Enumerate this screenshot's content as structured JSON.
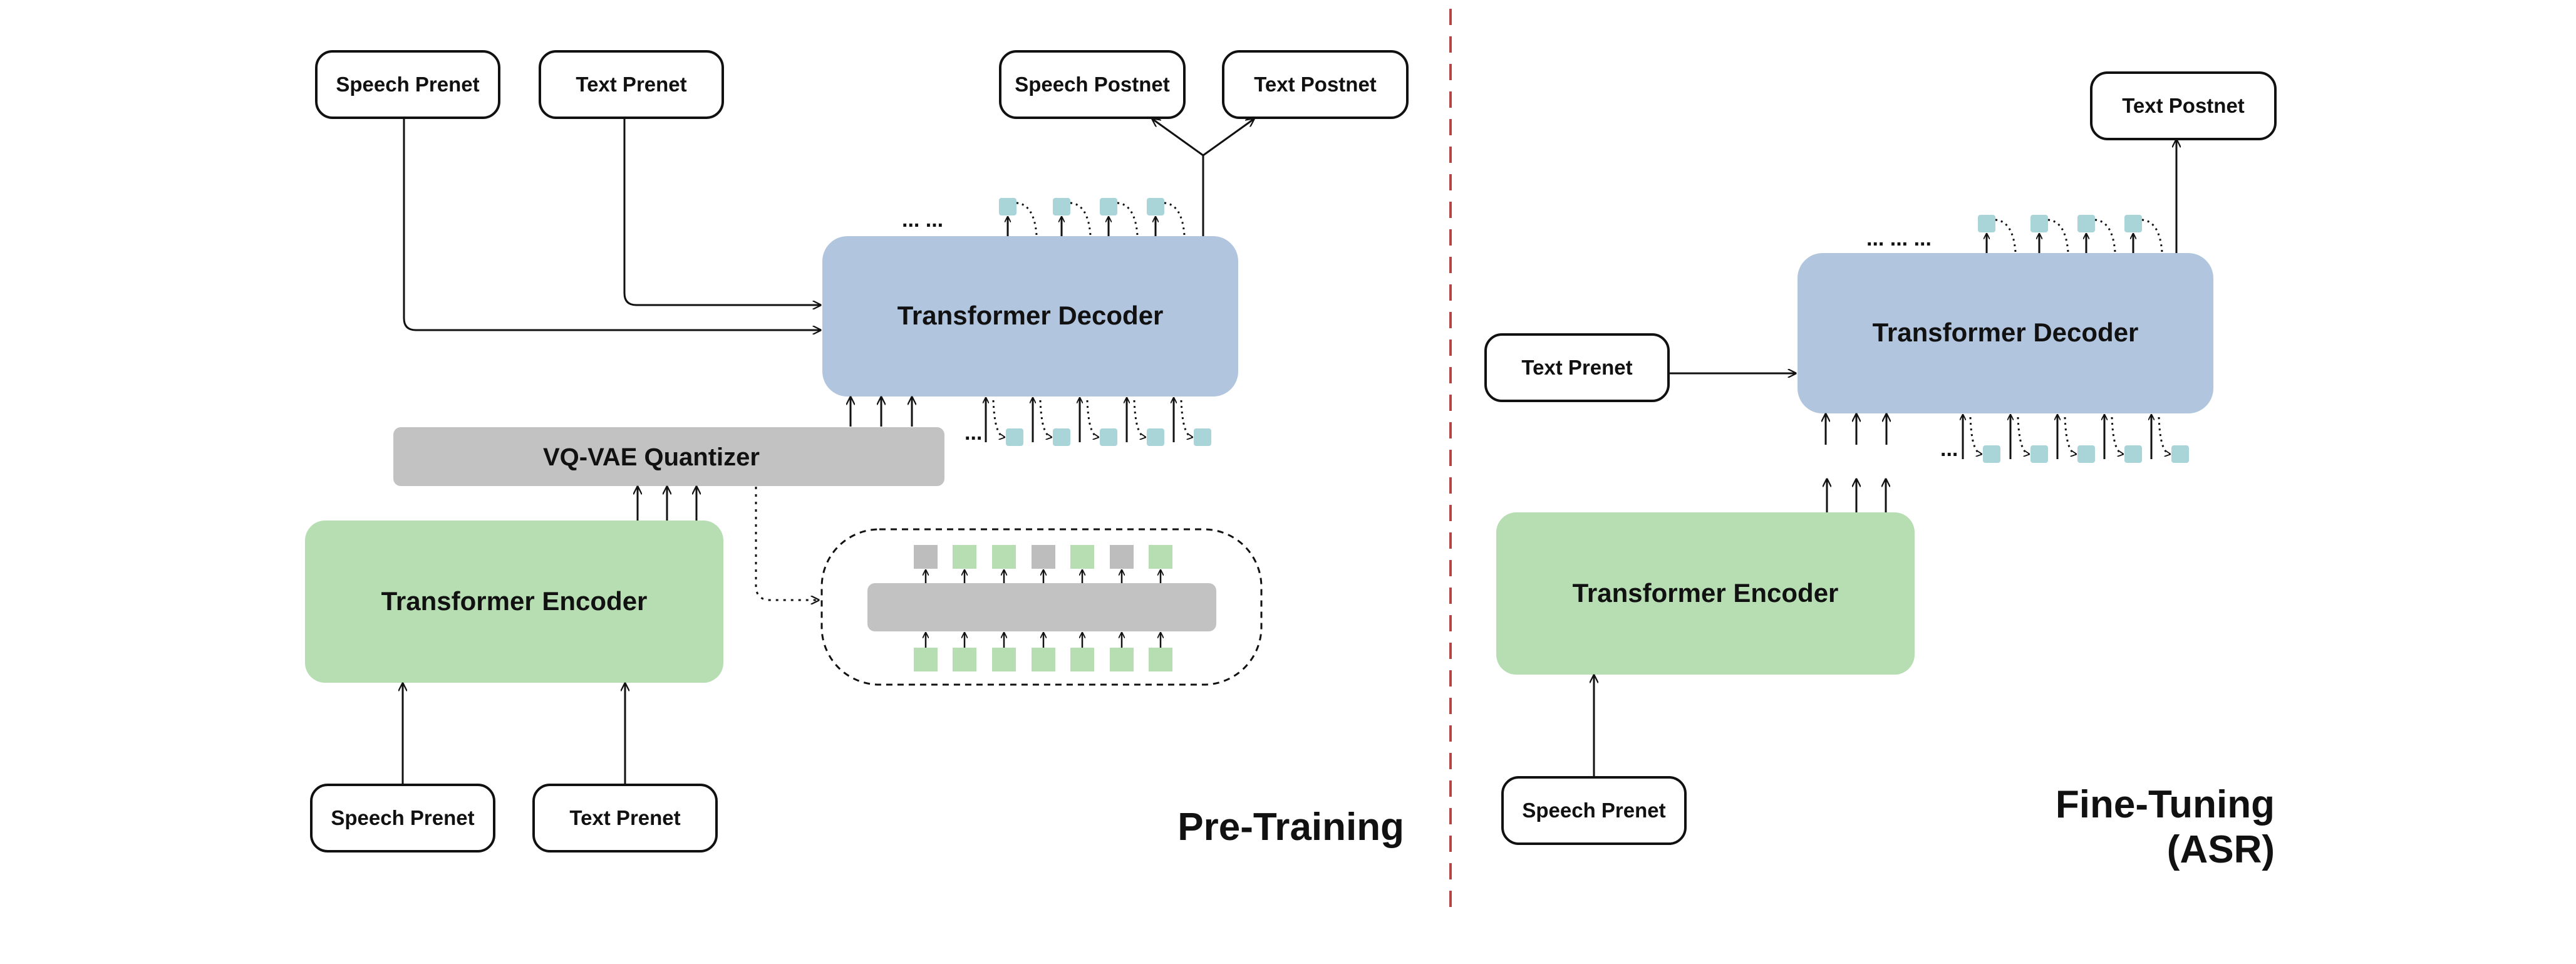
{
  "colors": {
    "decoder": "#b1c5df",
    "encoder": "#b7deb3",
    "quantizer": "#c2c2c2",
    "token_teal": "#a9d5d9",
    "token_green": "#b7deb3",
    "token_gray": "#bdbdbd",
    "divider": "#b34545",
    "stroke": "#111111"
  },
  "pretraining": {
    "speech_prenet_top": "Speech Prenet",
    "text_prenet_top": "Text Prenet",
    "speech_postnet": "Speech Postnet",
    "text_postnet": "Text Postnet",
    "decoder": "Transformer Decoder",
    "quantizer": "VQ-VAE Quantizer",
    "encoder": "Transformer Encoder",
    "speech_prenet_bottom": "Speech Prenet",
    "text_prenet_bottom": "Text Prenet",
    "ellipsis_top": "... ...",
    "ellipsis_bottom": "...",
    "codebook_tokens": [
      "gray",
      "green",
      "green",
      "gray",
      "green",
      "gray",
      "green"
    ],
    "phase_label": "Pre-Training"
  },
  "finetuning": {
    "text_postnet": "Text Postnet",
    "decoder": "Transformer Decoder",
    "text_prenet": "Text Prenet",
    "encoder": "Transformer Encoder",
    "speech_prenet": "Speech Prenet",
    "ellipsis_top": "... ... ...",
    "ellipsis_bottom": "...",
    "phase_label_line1": "Fine-Tuning",
    "phase_label_line2": "(ASR)"
  }
}
